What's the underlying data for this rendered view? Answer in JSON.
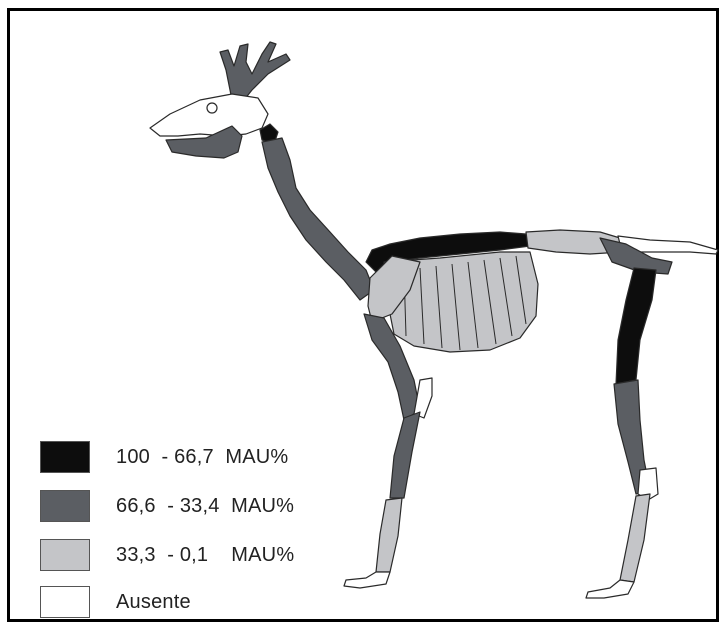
{
  "legend": {
    "items": [
      {
        "label": "100  - 66,7  MAU%",
        "color": "#0d0d0d"
      },
      {
        "label": "66,6  - 33,4  MAU%",
        "color": "#5b5e63"
      },
      {
        "label": "33,3  - 0,1    MAU%",
        "color": "#c4c5c8"
      },
      {
        "label": "Ausente",
        "color": "#ffffff"
      }
    ]
  },
  "colors": {
    "high": "#0d0d0d",
    "mid": "#5b5e63",
    "low": "#c4c5c8",
    "absent": "#ffffff",
    "outline": "#2a2a2a"
  }
}
